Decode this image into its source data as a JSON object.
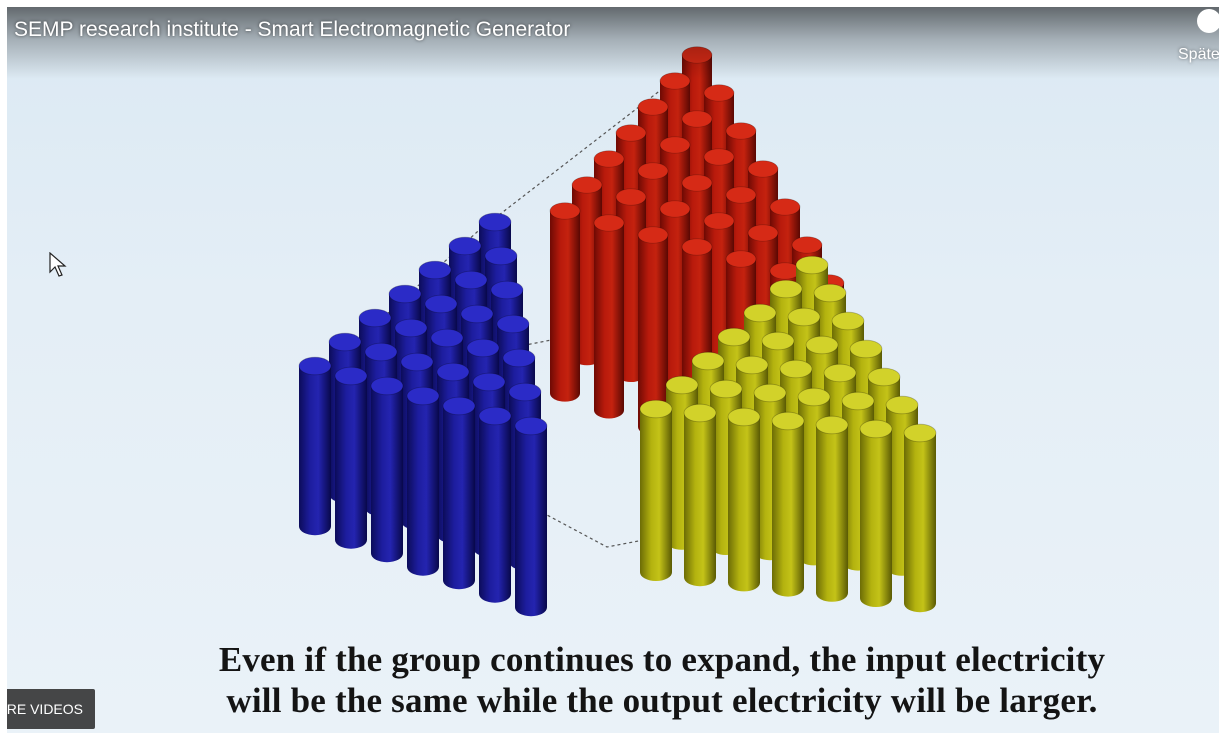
{
  "video": {
    "title": "SEMP research institute - Smart Electromagnetic Generator",
    "watch_later_label": "Späte",
    "more_videos_label": "RE VIDEOS"
  },
  "subtitles": {
    "line1": "Even if the group continues to expand, the input electricity",
    "line2": "will be the same while the output electricity will be larger."
  },
  "scene": {
    "background": "#e4eef6",
    "groups": [
      {
        "name": "red-group",
        "color": "#b81a0c",
        "top_color": "#d62a16",
        "cylinders": 28
      },
      {
        "name": "blue-group",
        "color": "#1d1d9e",
        "top_color": "#2b2bc7",
        "cylinders": 28
      },
      {
        "name": "yellow-group",
        "color": "#b3b20f",
        "top_color": "#d2d22a",
        "cylinders": 28
      }
    ]
  }
}
